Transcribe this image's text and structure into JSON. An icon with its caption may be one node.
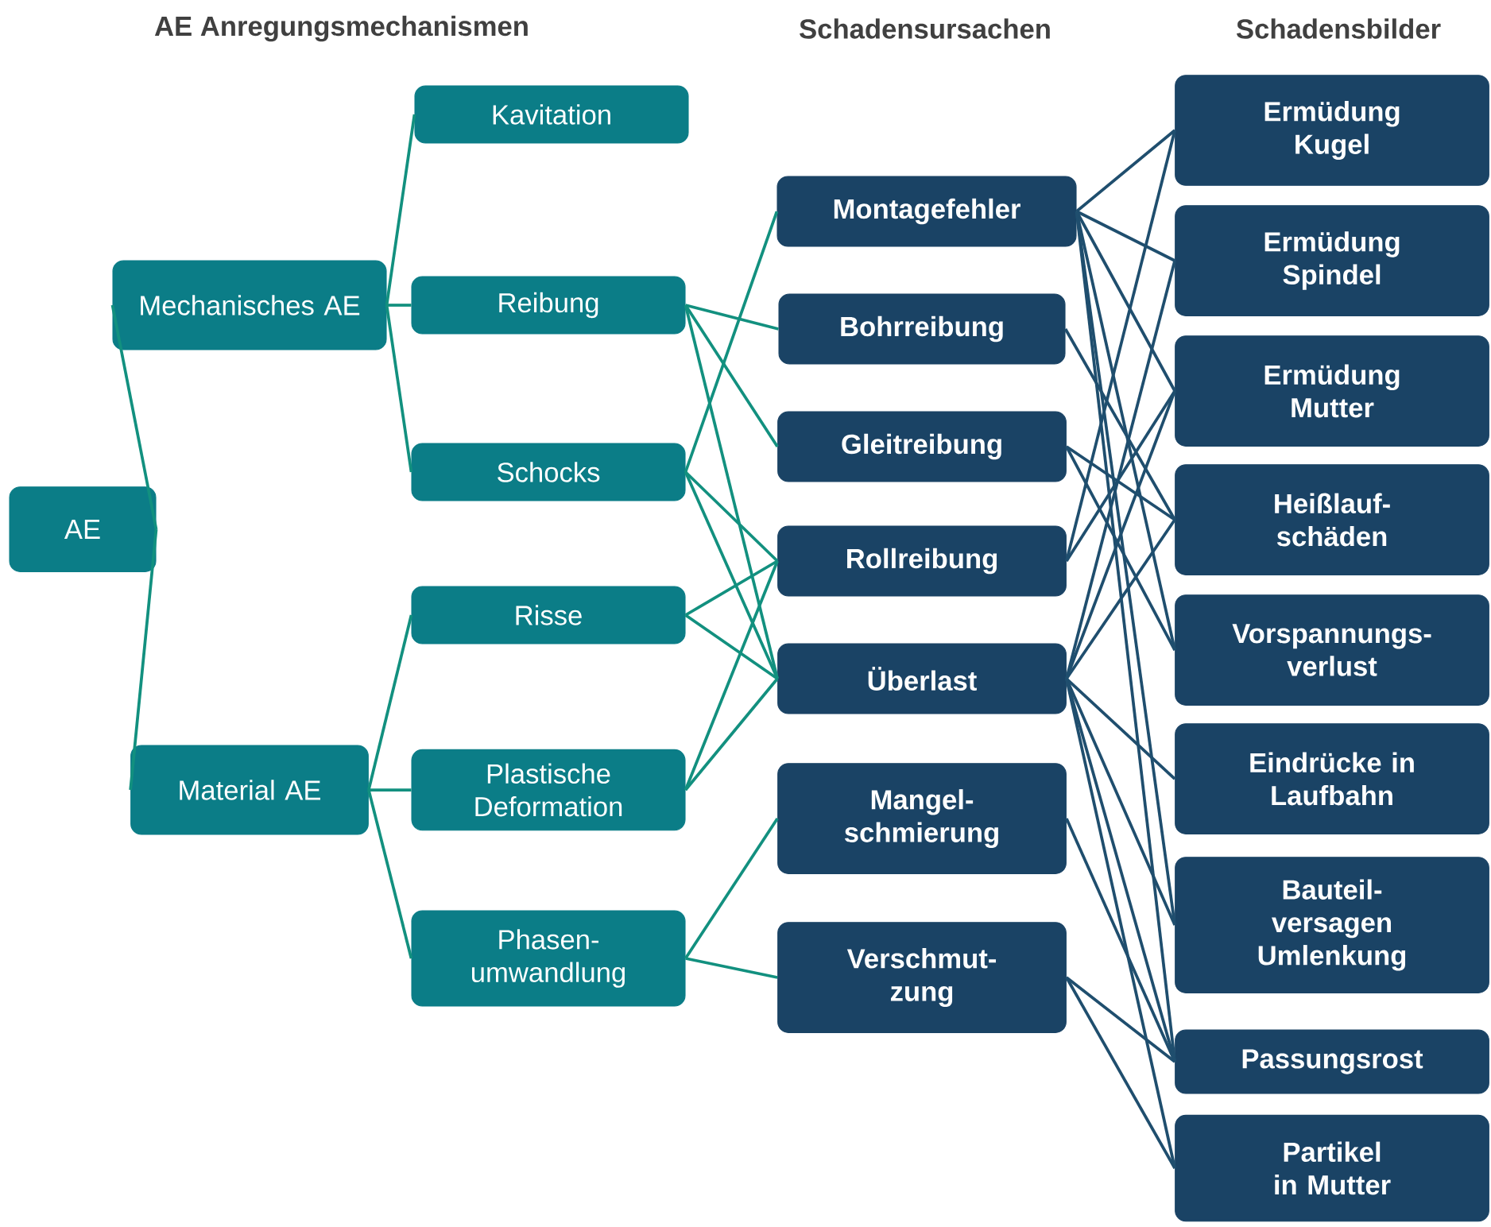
{
  "diagram": {
    "nodes": [
      {
        "text": [
          "AE"
        ]
      },
      {
        "text": [
          "Mechanisches AE"
        ]
      },
      {
        "text": [
          "Material AE"
        ]
      },
      {
        "text": [
          "Kavitation"
        ]
      },
      {
        "text": [
          "Reibung"
        ]
      },
      {
        "text": [
          "Schocks"
        ]
      },
      {
        "text": [
          "Risse"
        ]
      },
      {
        "text": [
          "Plastische Deformation"
        ]
      },
      {
        "text": [
          "Phasen- umwandlung"
        ]
      },
      {
        "text": [
          "Montagefehler"
        ]
      },
      {
        "text": [
          "Bohrreibung"
        ]
      },
      {
        "text": [
          "Gleitreibung"
        ]
      },
      {
        "text": [
          "Rollreibung"
        ]
      },
      {
        "text": [
          "Überlast"
        ]
      },
      {
        "text": [
          "Mangel- schmierung"
        ]
      },
      {
        "text": [
          "Verschmut- zung"
        ]
      },
      {
        "text": [
          "Ermüdung Kugel"
        ]
      },
      {
        "text": [
          "Ermüdung Spindel"
        ]
      },
      {
        "text": [
          "Ermüdung Mutter"
        ]
      },
      {
        "text": [
          "Heißlauf- schäden"
        ]
      },
      {
        "text": [
          "Vorspannungs- verlust"
        ]
      },
      {
        "text": [
          "Eindrücke in Laufbahn"
        ]
      },
      {
        "text": [
          "Bauteil- versagen Umlenkung"
        ]
      },
      {
        "text": [
          "Passungsrost"
        ]
      },
      {
        "text": [
          "Partikel in Mutter"
        ]
      }
    ],
    "edges": [
      {
        "from": 0,
        "to": 1,
        "arrow": "none",
        "color": "#12907f"
      },
      {
        "from": 0,
        "to": 2,
        "arrow": "none",
        "color": "#12907f"
      },
      {
        "from": 1,
        "to": 3,
        "arrow": "none",
        "color": "#12907f"
      },
      {
        "from": 1,
        "to": 4,
        "arrow": "none",
        "color": "#12907f"
      },
      {
        "from": 1,
        "to": 5,
        "arrow": "none",
        "color": "#12907f"
      },
      {
        "from": 2,
        "to": 6,
        "arrow": "none",
        "color": "#12907f"
      },
      {
        "from": 2,
        "to": 7,
        "arrow": "none",
        "color": "#12907f"
      },
      {
        "from": 2,
        "to": 8,
        "arrow": "none",
        "color": "#12907f"
      },
      {
        "from": 4,
        "to": 10,
        "arrow": "none",
        "color": "#12907f"
      },
      {
        "from": 4,
        "to": 11,
        "arrow": "none",
        "color": "#12907f"
      },
      {
        "from": 4,
        "to": 13,
        "arrow": "none",
        "color": "#12907f"
      },
      {
        "from": 5,
        "to": 9,
        "arrow": "none",
        "color": "#12907f"
      },
      {
        "from": 5,
        "to": 12,
        "arrow": "none",
        "color": "#12907f"
      },
      {
        "from": 5,
        "to": 13,
        "arrow": "none",
        "color": "#12907f"
      },
      {
        "from": 6,
        "to": 12,
        "arrow": "none",
        "color": "#12907f"
      },
      {
        "from": 6,
        "to": 13,
        "arrow": "none",
        "color": "#12907f"
      },
      {
        "from": 7,
        "to": 12,
        "arrow": "none",
        "color": "#12907f"
      },
      {
        "from": 7,
        "to": 13,
        "arrow": "none",
        "color": "#12907f"
      },
      {
        "from": 8,
        "to": 14,
        "arrow": "none",
        "color": "#12907f"
      },
      {
        "from": 8,
        "to": 15,
        "arrow": "none",
        "color": "#12907f"
      },
      {
        "from": 9,
        "to": 16,
        "arrow": "none"
      },
      {
        "from": 9,
        "to": 17,
        "arrow": "none"
      },
      {
        "from": 9,
        "to": 18,
        "arrow": "none"
      },
      {
        "from": 9,
        "to": 20,
        "arrow": "none"
      },
      {
        "from": 9,
        "to": 22,
        "arrow": "none"
      },
      {
        "from": 9,
        "to": 23,
        "arrow": "none"
      },
      {
        "from": 10,
        "to": 19,
        "arrow": "none"
      },
      {
        "from": 11,
        "to": 19,
        "arrow": "none"
      },
      {
        "from": 11,
        "to": 20,
        "arrow": "none"
      },
      {
        "from": 12,
        "to": 16,
        "arrow": "none"
      },
      {
        "from": 12,
        "to": 18,
        "arrow": "none"
      },
      {
        "from": 13,
        "to": 17,
        "arrow": "none"
      },
      {
        "from": 13,
        "to": 18,
        "arrow": "none"
      },
      {
        "from": 13,
        "to": 19,
        "arrow": "none"
      },
      {
        "from": 13,
        "to": 21,
        "arrow": "none"
      },
      {
        "from": 13,
        "to": 22,
        "arrow": "none"
      },
      {
        "from": 13,
        "to": 23,
        "arrow": "none"
      },
      {
        "from": 13,
        "to": 24,
        "arrow": "none"
      },
      {
        "from": 14,
        "to": 23,
        "arrow": "none"
      },
      {
        "from": 15,
        "to": 23,
        "arrow": "none"
      },
      {
        "from": 15,
        "to": 24,
        "arrow": "none"
      }
    ],
    "labels": [
      "AE Anregungsmechanismen",
      "Schadensursachen",
      "Schadensbilder"
    ]
  }
}
